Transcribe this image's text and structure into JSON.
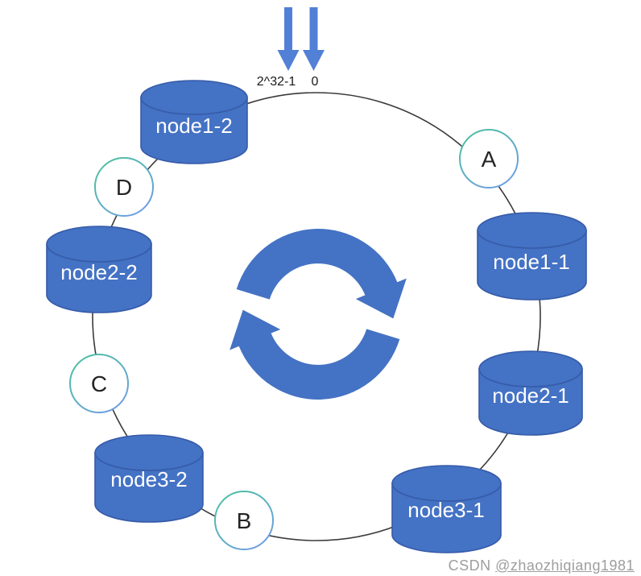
{
  "diagram": {
    "description": "consistent-hashing ring with replicated database nodes",
    "hash_labels": {
      "max": "2^32-1",
      "zero": "0"
    },
    "nodes": [
      {
        "id": "node1-2",
        "label": "node1-2"
      },
      {
        "id": "node2-2",
        "label": "node2-2"
      },
      {
        "id": "node3-2",
        "label": "node3-2"
      },
      {
        "id": "node1-1",
        "label": "node1-1"
      },
      {
        "id": "node2-1",
        "label": "node2-1"
      },
      {
        "id": "node3-1",
        "label": "node3-1"
      }
    ],
    "markers": [
      {
        "label": "A"
      },
      {
        "label": "B"
      },
      {
        "label": "C"
      },
      {
        "label": "D"
      }
    ],
    "colors": {
      "node_fill": "#4472c4",
      "node_stroke": "#365ba8",
      "arrow_blue": "#5180d6",
      "cycle_blue": "#4472c4",
      "marker_gradient_start": "#49c39b",
      "marker_gradient_end": "#6b9fe0",
      "ring_stroke": "#3a3a3a",
      "watermark_gray": "#9e9e9e"
    },
    "watermark": {
      "prefix": "CSDN ",
      "user": "@zhaozhiqiang1981"
    }
  }
}
